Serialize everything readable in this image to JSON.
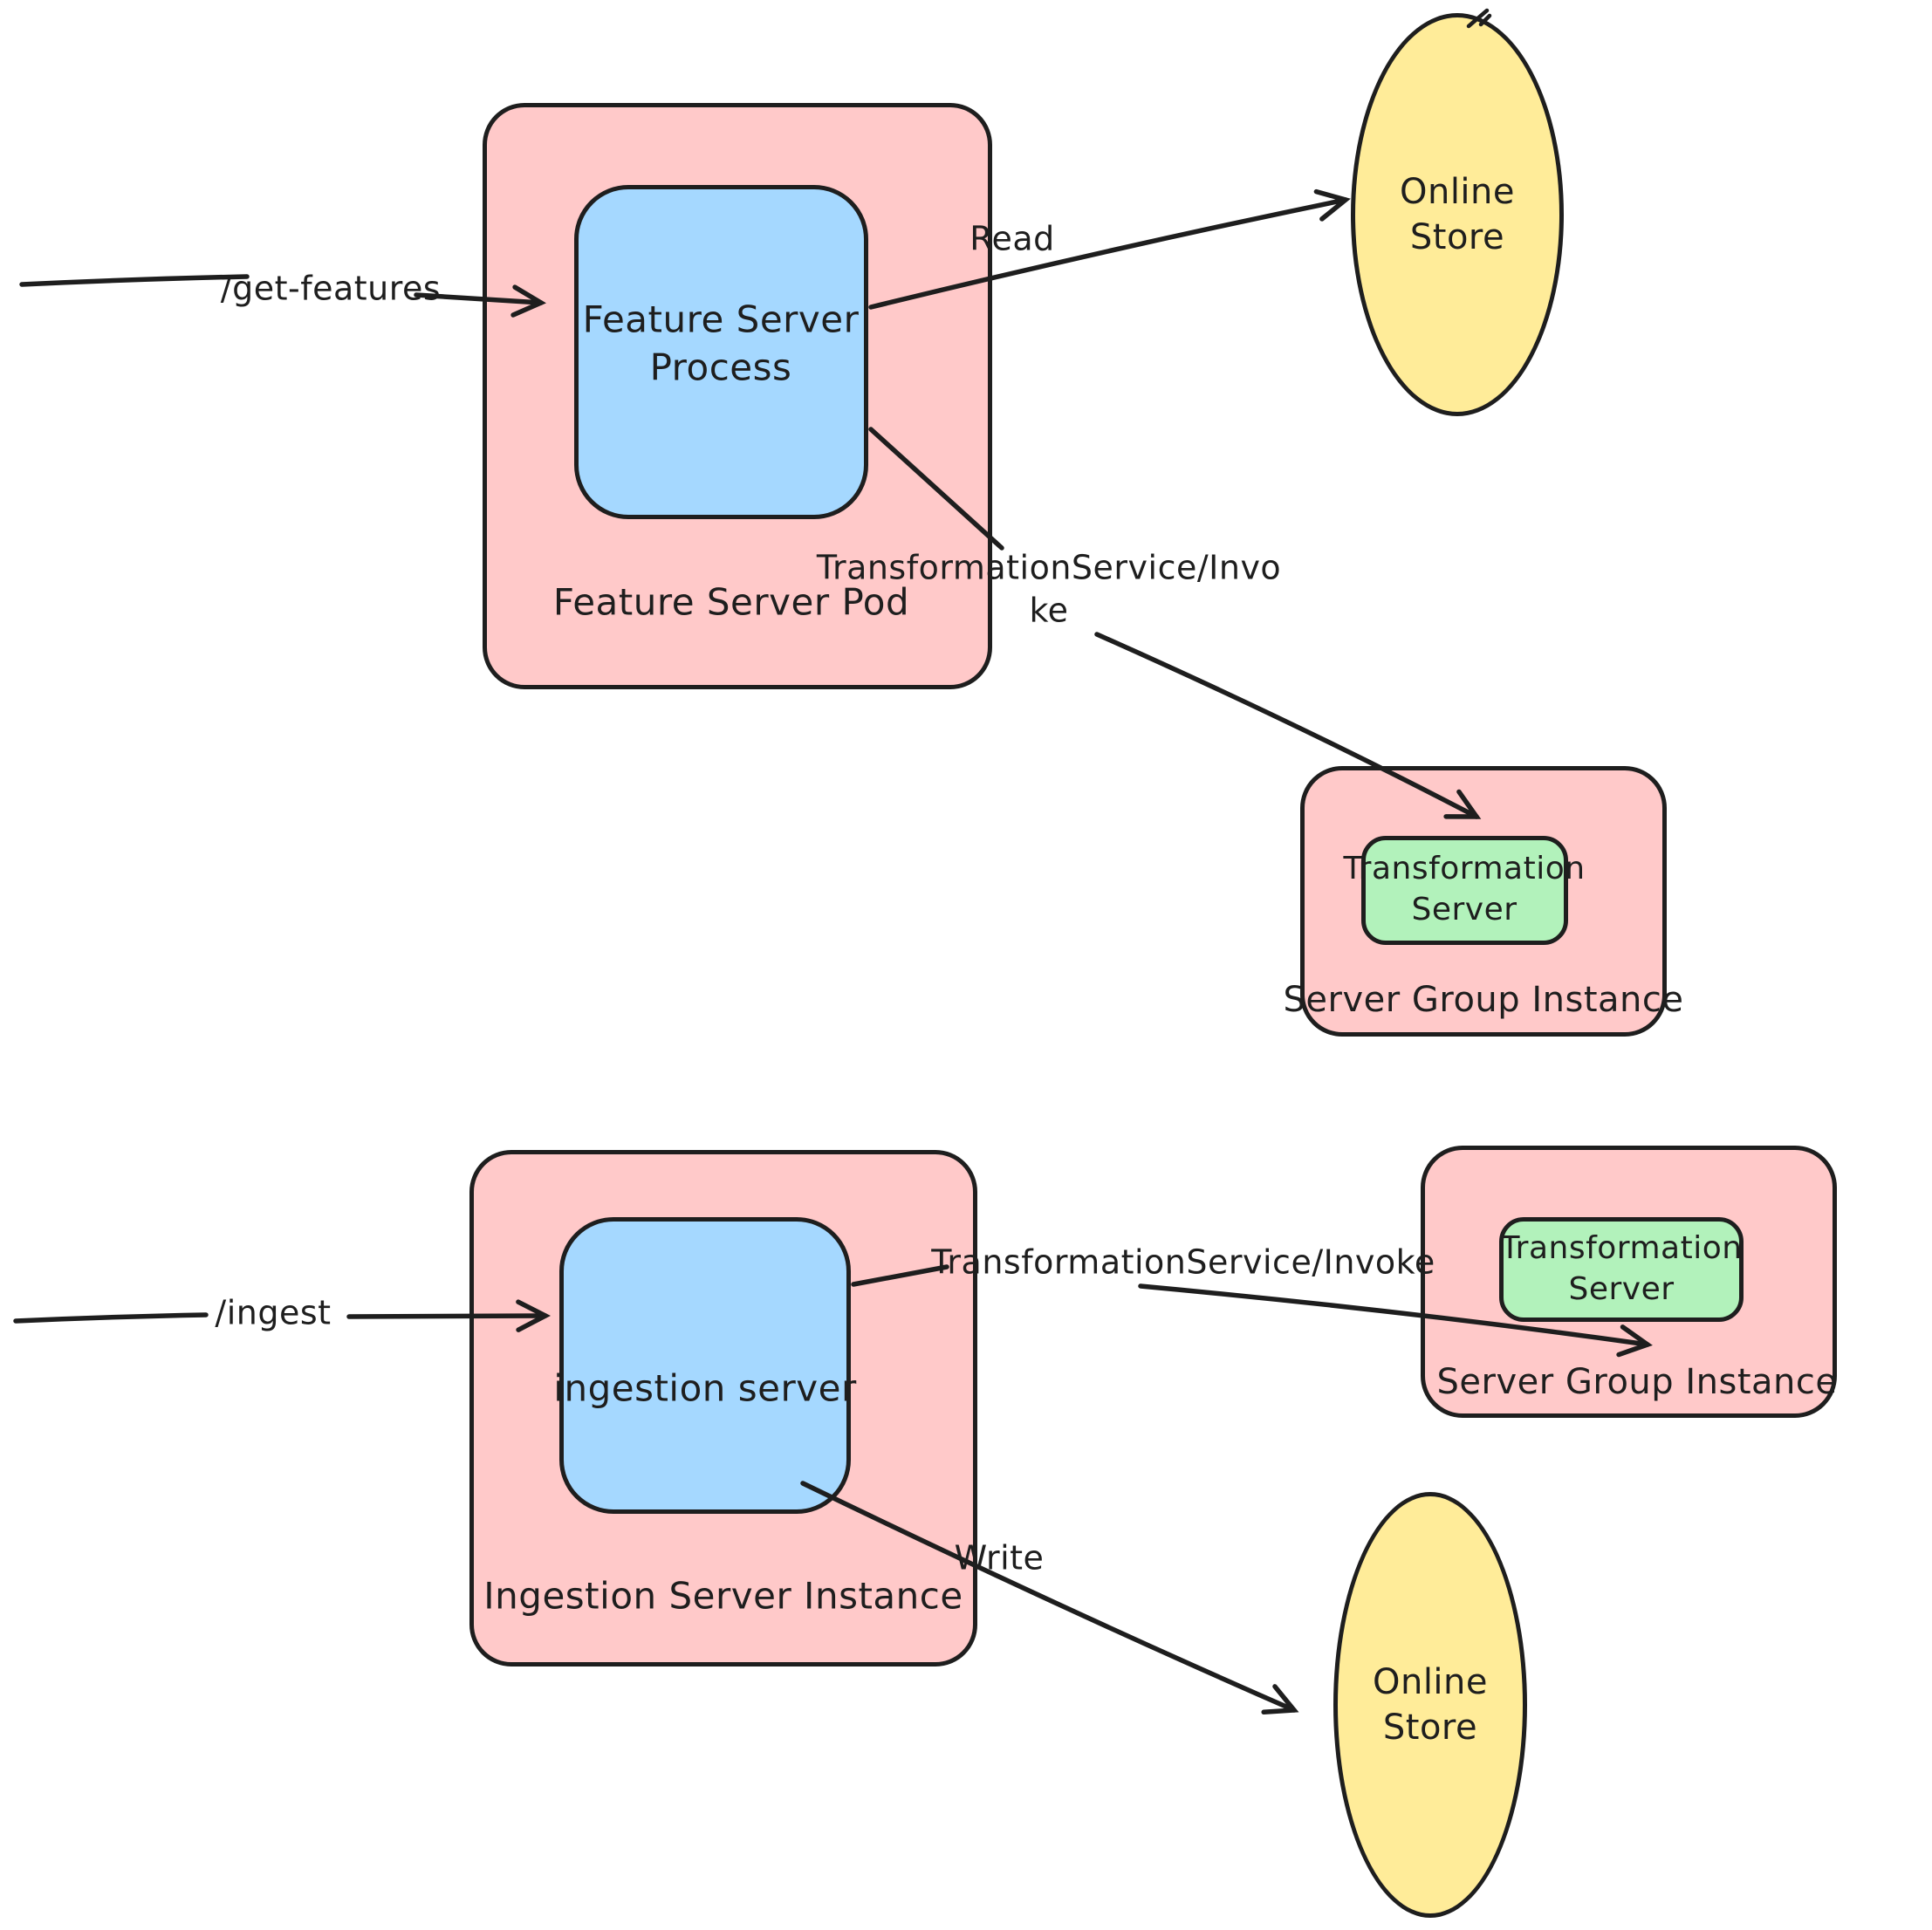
{
  "colors": {
    "pink": "#ffc9c9",
    "blue": "#a5d8ff",
    "green": "#b2f2bb",
    "yellow": "#ffec99",
    "stroke": "#1e1e1e"
  },
  "edges": {
    "get_features": "/get-features",
    "ingest": "/ingest",
    "read": "Read",
    "write": "Write",
    "invoke_top_line1": "TransformationService/Invo",
    "invoke_top_line2": "ke",
    "invoke_bottom": "TransformationService/Invoke"
  },
  "nodes": {
    "feature_server_pod": {
      "label": "Feature Server Pod"
    },
    "feature_server_process": {
      "line1": "Feature Server",
      "line2": "Process"
    },
    "online_store": {
      "line1": "Online",
      "line2": "Store"
    },
    "server_group_instance": {
      "label": "Server Group Instance"
    },
    "transformation_server": {
      "line1": "Transformation",
      "line2": "Server"
    },
    "ingestion_server_instance": {
      "label": "Ingestion Server Instance"
    },
    "ingestion_server": {
      "label": "ingestion server"
    }
  }
}
